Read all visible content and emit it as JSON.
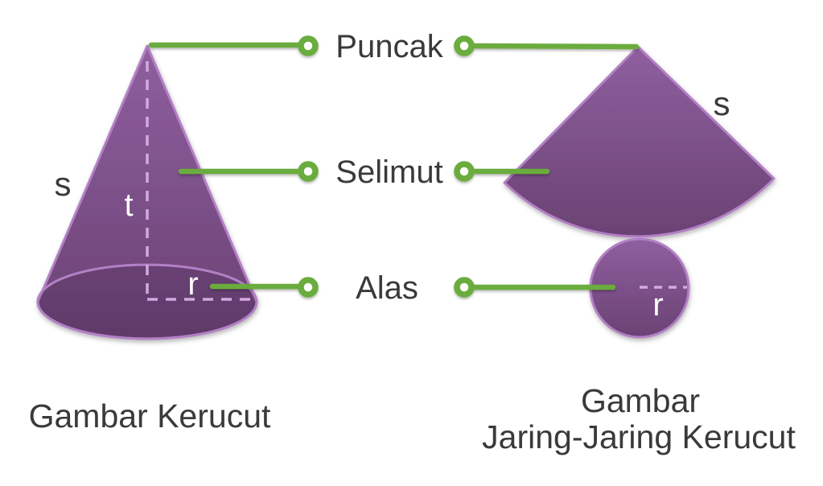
{
  "colors": {
    "green": "#6BAC3E",
    "purple_top": "#8F5F9F",
    "purple_bottom": "#6A4273",
    "purple_stroke": "#B380C5",
    "dash": "#D2A9E0",
    "text": "#3A3A3C"
  },
  "callouts": {
    "apex": "Puncak",
    "lateral": "Selimut",
    "base": "Alas"
  },
  "cone": {
    "caption": "Gambar Kerucut",
    "slant_label": "s",
    "height_label": "t",
    "radius_label": "r"
  },
  "net": {
    "caption_line1": "Gambar",
    "caption_line2": "Jaring-Jaring Kerucut",
    "slant_label": "s",
    "radius_label": "r"
  }
}
